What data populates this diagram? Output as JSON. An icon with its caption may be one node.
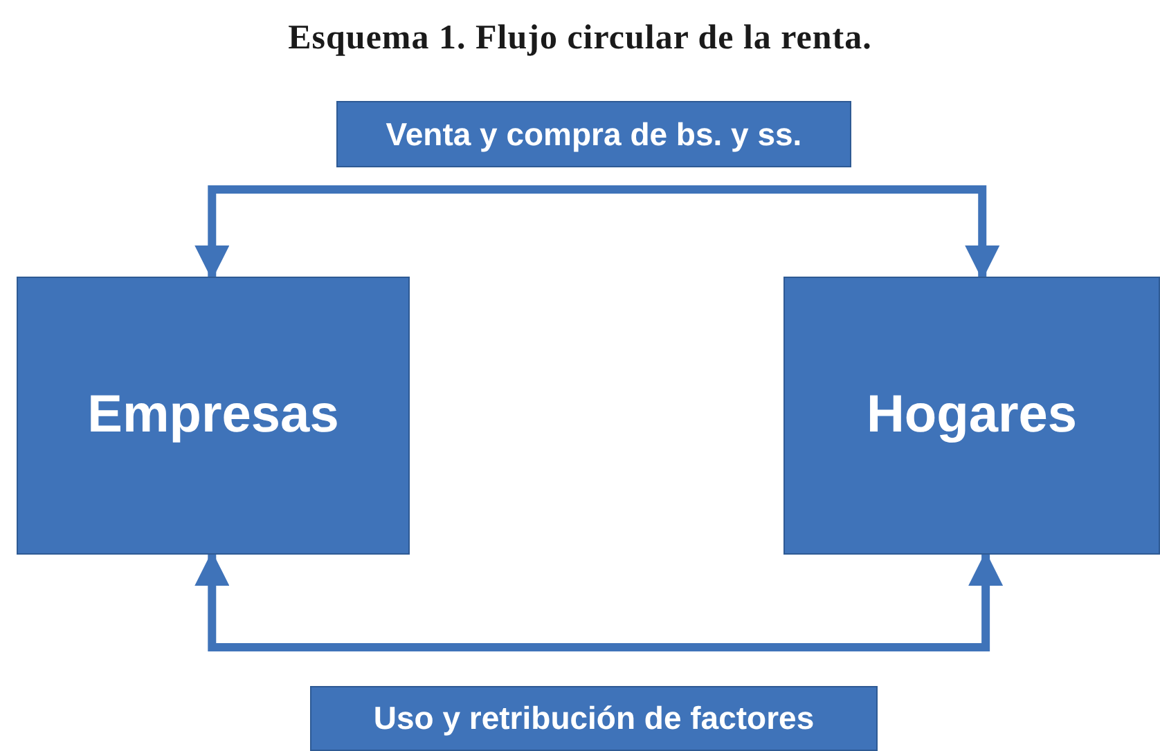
{
  "diagram": {
    "title": "Esquema 1. Flujo circular de la renta.",
    "nodes": [
      {
        "text": [
          "Empresas"
        ]
      },
      {
        "text": [
          "Hogares"
        ]
      },
      {
        "text": [
          "Venta y compra de bs. y ss."
        ]
      },
      {
        "text": [
          "Uso y retribución de factores"
        ]
      }
    ],
    "edges": [
      {
        "from": 0,
        "to": 1,
        "arrow": "both"
      },
      {
        "from": 0,
        "to": 1,
        "arrow": "both"
      }
    ]
  }
}
